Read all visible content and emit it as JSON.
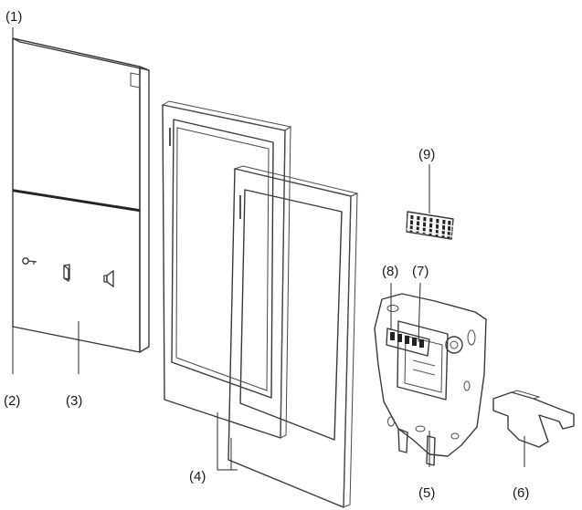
{
  "callouts": [
    "(1)",
    "(2)",
    "(3)",
    "(4)",
    "(5)",
    "(6)",
    "(7)",
    "(8)",
    "(9)"
  ],
  "icons": {
    "key": "key-icon",
    "door": "door-open-icon",
    "speaker": "speaker-icon"
  },
  "colors": {
    "line": "#3a3a3a",
    "panel_light": "#e4e4e4",
    "panel_top": "#ececec",
    "panel_bottom": "#dddddd",
    "frame": "#ebebeb",
    "text": "#1a1a1a"
  }
}
